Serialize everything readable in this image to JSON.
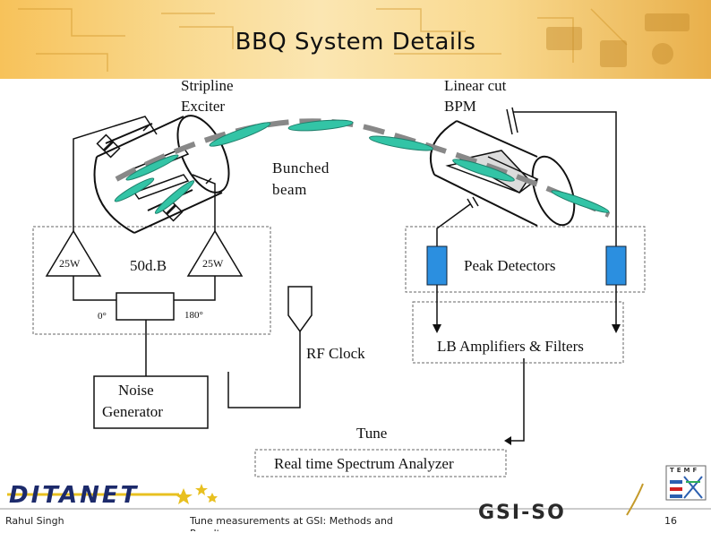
{
  "slide": {
    "title": "BBQ System Details",
    "page_number": "16"
  },
  "diagram": {
    "stripline_exciter": [
      "Stripline",
      "Exciter"
    ],
    "linear_cut_bpm": [
      "Linear cut",
      "BPM"
    ],
    "bunched_beam": [
      "Bunched",
      "beam"
    ],
    "amp_left": "25W",
    "amp_right": "25W",
    "attenuator": "50d.B",
    "phase_0": "0°",
    "phase_180": "180°",
    "peak_detectors": "Peak Detectors",
    "rf_clock": "RF Clock",
    "lb_amplifiers": "LB Amplifiers & Filters",
    "noise_generator": [
      "Noise",
      "Generator"
    ],
    "tune": "Tune",
    "spectrum_analyzer": "Real time Spectrum Analyzer"
  },
  "footer": {
    "author": "Rahul Singh",
    "talk_title": "Tune measurements at GSI: Methods and Results",
    "logo_left": "DITANET",
    "logo_right": "GSI-SO",
    "logo_badge": "TEMF"
  },
  "colors": {
    "header_orange": "#f7c25a",
    "beam_teal": "#33c4a6",
    "detector_blue": "#2b8fe0",
    "ditanet_navy": "#1c2a6b",
    "ditanet_gold": "#e8c020"
  }
}
